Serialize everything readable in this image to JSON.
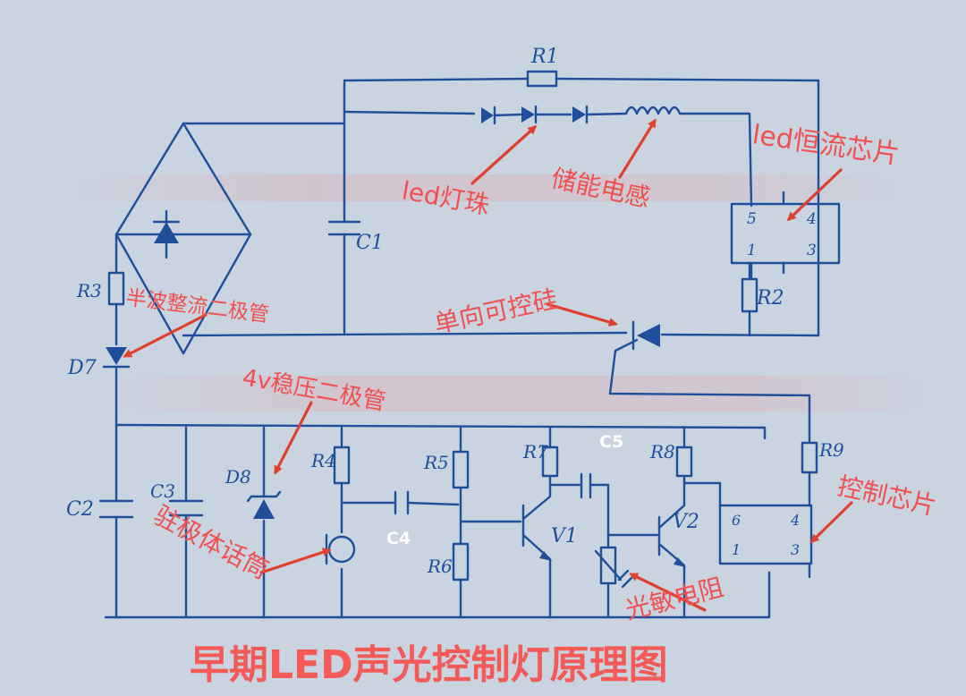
{
  "title": "早期LED声光控制灯原理图",
  "components": {
    "r1": "R1",
    "c1": "C1",
    "r2": "R2",
    "r3": "R3",
    "d_half": "D7",
    "c2": "C2",
    "c3": "C3",
    "d8": "D8",
    "r4": "R4",
    "r5": "R5",
    "r6": "R6",
    "r7": "R7",
    "r8": "R8",
    "r9": "R9",
    "v1": "V1",
    "v2": "V2",
    "c4": "C4",
    "c5": "C5"
  },
  "chip_led": {
    "pin_tl": "5",
    "pin_tr": "4",
    "pin_bl": "1",
    "pin_br": "3"
  },
  "chip_ctrl": {
    "pin_tl": "6",
    "pin_tr": "4",
    "pin_bl": "1",
    "pin_br": "3"
  },
  "annotations": {
    "led_beads": "led灯珠",
    "inductor": "储能电感",
    "led_chip": "led恒流芯片",
    "scr": "单向可控硅",
    "half_diode": "半波整流二极管",
    "zener": "4v稳压二极管",
    "mic": "驻极体话筒",
    "photo": "光敏电阻",
    "ctrl_chip": "控制芯片"
  },
  "colors": {
    "paper": "#c9d4e0",
    "ink": "#1f4f9a",
    "annotation": "#f0504f",
    "arrow": "#e0402e"
  }
}
